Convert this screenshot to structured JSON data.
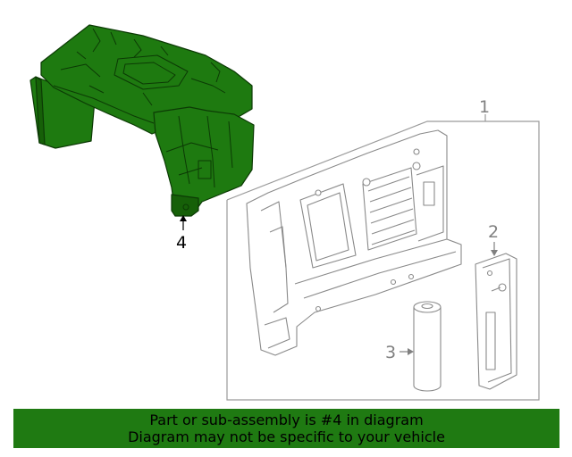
{
  "colors": {
    "highlight_fill": "#1e7a10",
    "highlight_stroke": "#0c3a05",
    "part_stroke": "#9a9a9a",
    "label_text": "#808080",
    "highlight_label_text": "#000000",
    "banner_bg": "#1f7a12",
    "banner_text": "#000000"
  },
  "callouts": {
    "main_assembly": "1",
    "bracket": "2",
    "battery": "3",
    "highlighted_part": "4"
  },
  "banner": {
    "line1": "Part or sub-assembly is #4 in diagram",
    "line2": "Diagram may not be specific to your vehicle"
  }
}
